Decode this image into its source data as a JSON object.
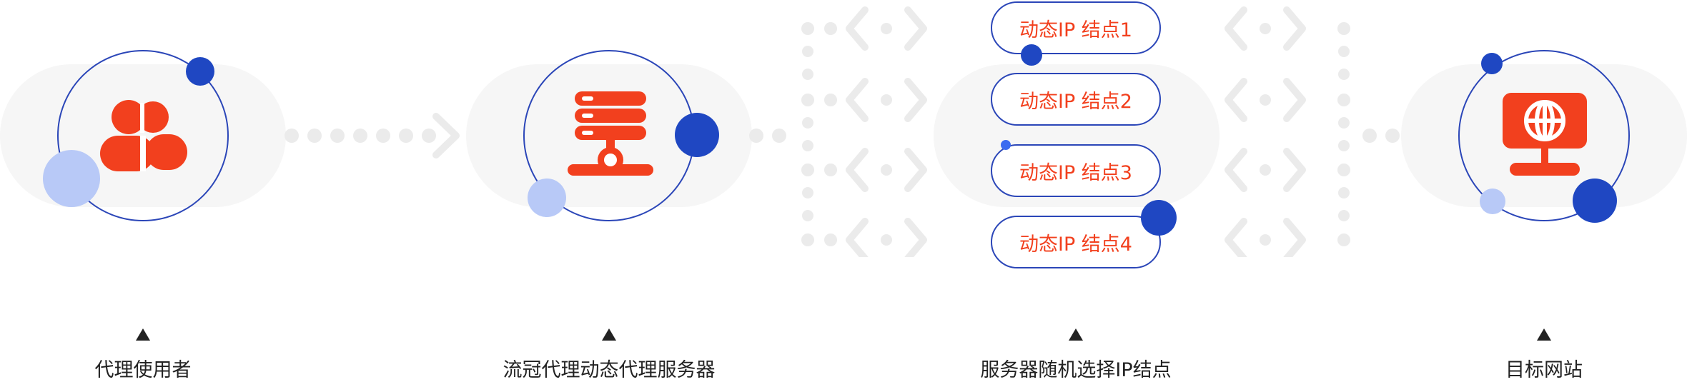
{
  "steps": [
    {
      "label": "代理使用者",
      "icon": "users-icon"
    },
    {
      "label": "流冠代理动态代理服务器",
      "icon": "server-icon"
    },
    {
      "label": "服务器随机选择IP结点",
      "icon": "ip-nodes"
    },
    {
      "label": "目标网站",
      "icon": "website-globe-icon"
    }
  ],
  "nodes": [
    "动态IP 结点1",
    "动态IP 结点2",
    "动态IP 结点3",
    "动态IP 结点4"
  ],
  "colors": {
    "accent": "#f2401e",
    "ring": "#2b46b8",
    "dot_dark": "#1f47c2",
    "dot_light": "#b8c9f7",
    "muted": "#ebebeb"
  }
}
